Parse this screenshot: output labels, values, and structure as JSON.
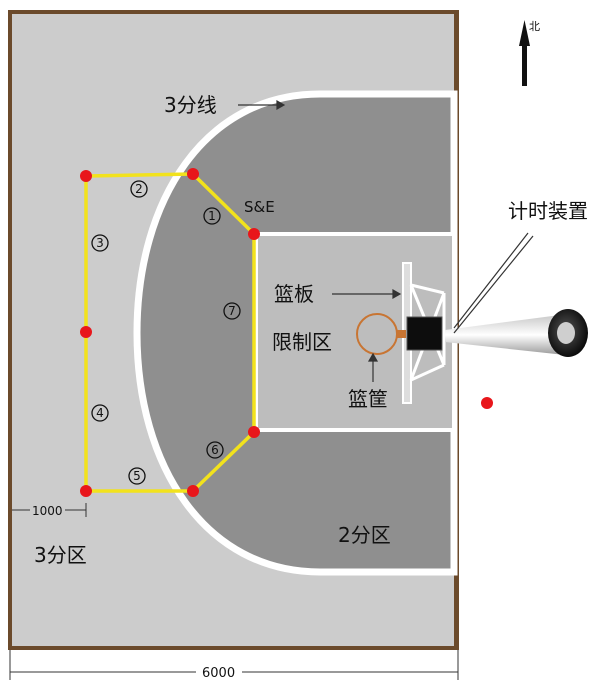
{
  "labels": {
    "three_point_line": "3分线",
    "start_end": "S&E",
    "timer_device": "计时装置",
    "backboard": "篮板",
    "restricted_area": "限制区",
    "hoop": "篮筐",
    "three_point_zone": "3分区",
    "two_point_zone": "2分区",
    "north": "北",
    "dim_1000": "1000",
    "dim_6000": "6000"
  },
  "segments": [
    "1",
    "2",
    "3",
    "4",
    "5",
    "6",
    "7"
  ],
  "colors": {
    "floor_light": "#cccccc",
    "floor_dark": "#8f8f8f",
    "border": "#6b4a2b",
    "path": "#f2e21c",
    "waypoint": "#e8161b"
  }
}
